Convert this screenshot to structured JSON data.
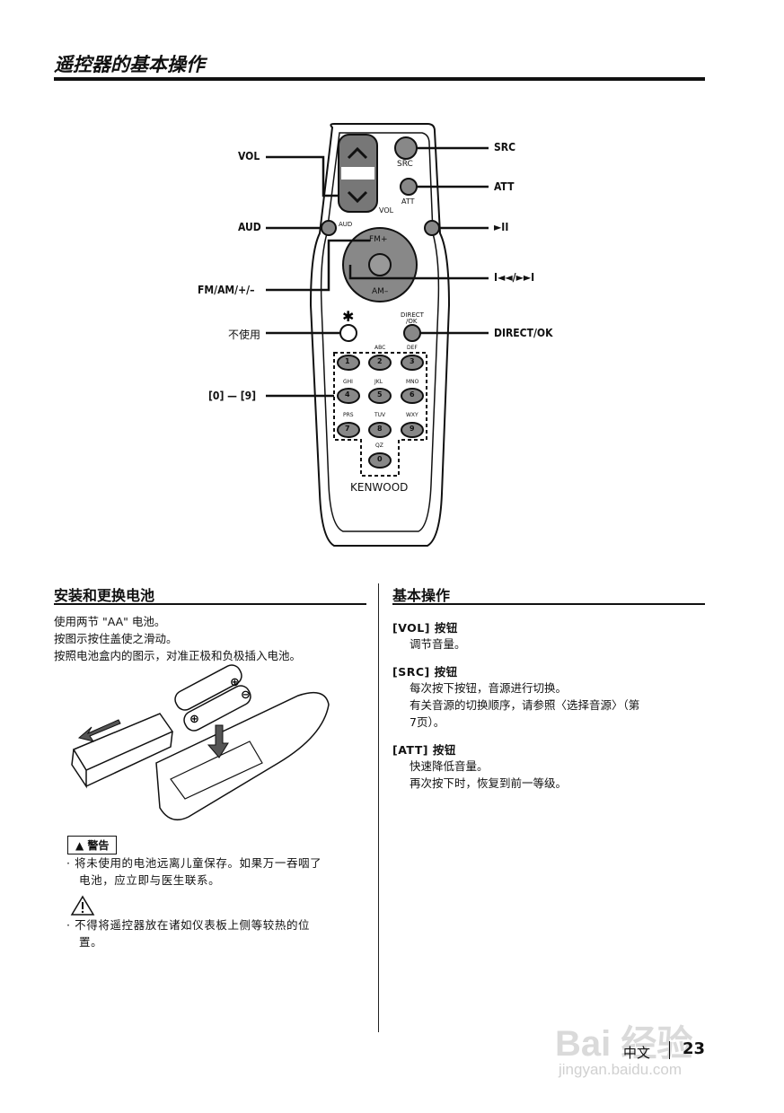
{
  "header": {
    "title": "遥控器的基本操作"
  },
  "remote": {
    "labels": {
      "vol": "VOL",
      "aud": "AUD",
      "fmam": "FM/AM/+/–",
      "unused": "不使用",
      "numbers": "[0] — [9]",
      "src": "SRC",
      "att": "ATT",
      "playpause": "►II",
      "skip": "I◄◄/►►I",
      "direct": "DIRECT/OK"
    },
    "buttons": {
      "src": "SRC",
      "att": "ATT",
      "aud": "AUD",
      "vol": "VOL",
      "fm": "FM+",
      "am": "AM–",
      "direct1": "DIRECT",
      "direct2": "/OK",
      "brand": "KENWOOD",
      "keys": [
        {
          "letters": "",
          "num": "1"
        },
        {
          "letters": "ABC",
          "num": "2"
        },
        {
          "letters": "DEF",
          "num": "3"
        },
        {
          "letters": "GHI",
          "num": "4"
        },
        {
          "letters": "JKL",
          "num": "5"
        },
        {
          "letters": "MNO",
          "num": "6"
        },
        {
          "letters": "PRS",
          "num": "7"
        },
        {
          "letters": "TUV",
          "num": "8"
        },
        {
          "letters": "WXY",
          "num": "9"
        },
        {
          "letters": "QZ",
          "num": "0"
        }
      ]
    }
  },
  "battery": {
    "heading": "安装和更换电池",
    "lines": [
      "使用两节 \"AA\" 电池。",
      "按图示按住盖使之滑动。",
      "按照电池盒内的图示，对准正极和负极插入电池。"
    ],
    "warning_label": "▲ 警告",
    "warning_text_1": "· 将未使用的电池远离儿童保存。如果万一吞咽了",
    "warning_text_2": "电池，应立即与医生联系。",
    "caution_text_1": "· 不得将遥控器放在诸如仪表板上侧等较热的位",
    "caution_text_2": "置。"
  },
  "basic": {
    "heading": "基本操作",
    "items": [
      {
        "title": "[VOL] 按钮",
        "lines": [
          "调节音量。"
        ]
      },
      {
        "title": "[SRC] 按钮",
        "lines": [
          "每次按下按钮，音源进行切换。",
          "有关音源的切换顺序，请参照〈选择音源〉（第",
          "7页）。"
        ]
      },
      {
        "title": "[ATT] 按钮",
        "lines": [
          "快速降低音量。",
          "再次按下时，恢复到前一等级。"
        ]
      }
    ]
  },
  "footer": {
    "language": "中文",
    "page": "23"
  },
  "watermark": {
    "logo": "Bai 经验",
    "url": "jingyan.baidu.com"
  }
}
